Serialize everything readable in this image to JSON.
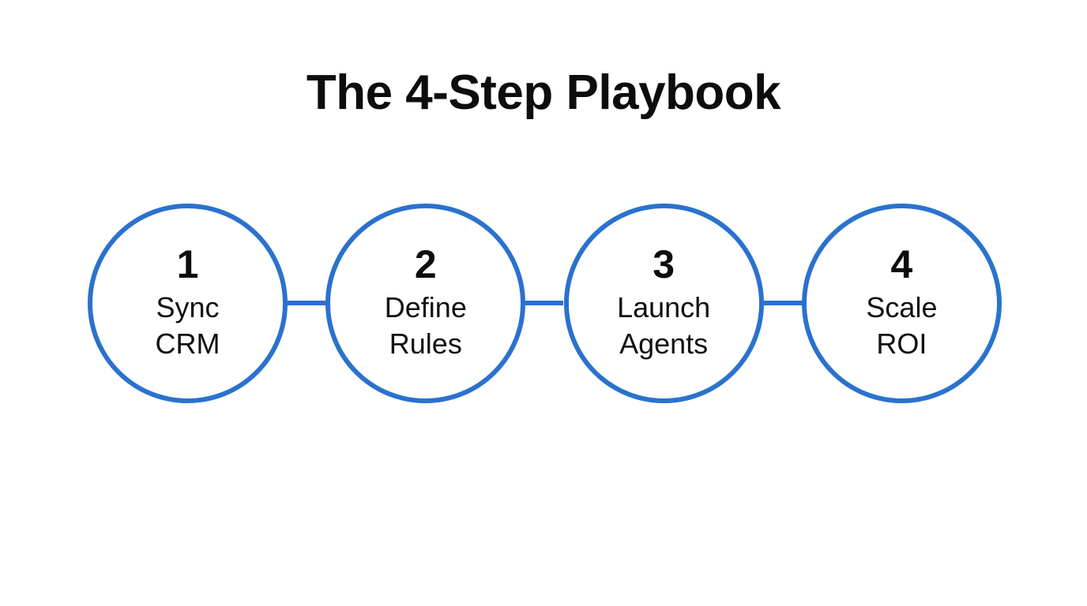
{
  "slide": {
    "background_color": "#ffffff",
    "title": "The 4-Step Playbook"
  },
  "theme": {
    "accent_color": "#2a72ce",
    "text_color": "#0d0d0d",
    "circle_fill": "#ffffff"
  },
  "diagram": {
    "type": "horizontal-process-flow",
    "step_count": 4,
    "connector_style": "straight-line",
    "steps": [
      {
        "number": "1",
        "line1": "Sync",
        "line2": "CRM"
      },
      {
        "number": "2",
        "line1": "Define",
        "line2": "Rules"
      },
      {
        "number": "3",
        "line1": "Launch",
        "line2": "Agents"
      },
      {
        "number": "4",
        "line1": "Scale",
        "line2": "ROI"
      }
    ]
  }
}
